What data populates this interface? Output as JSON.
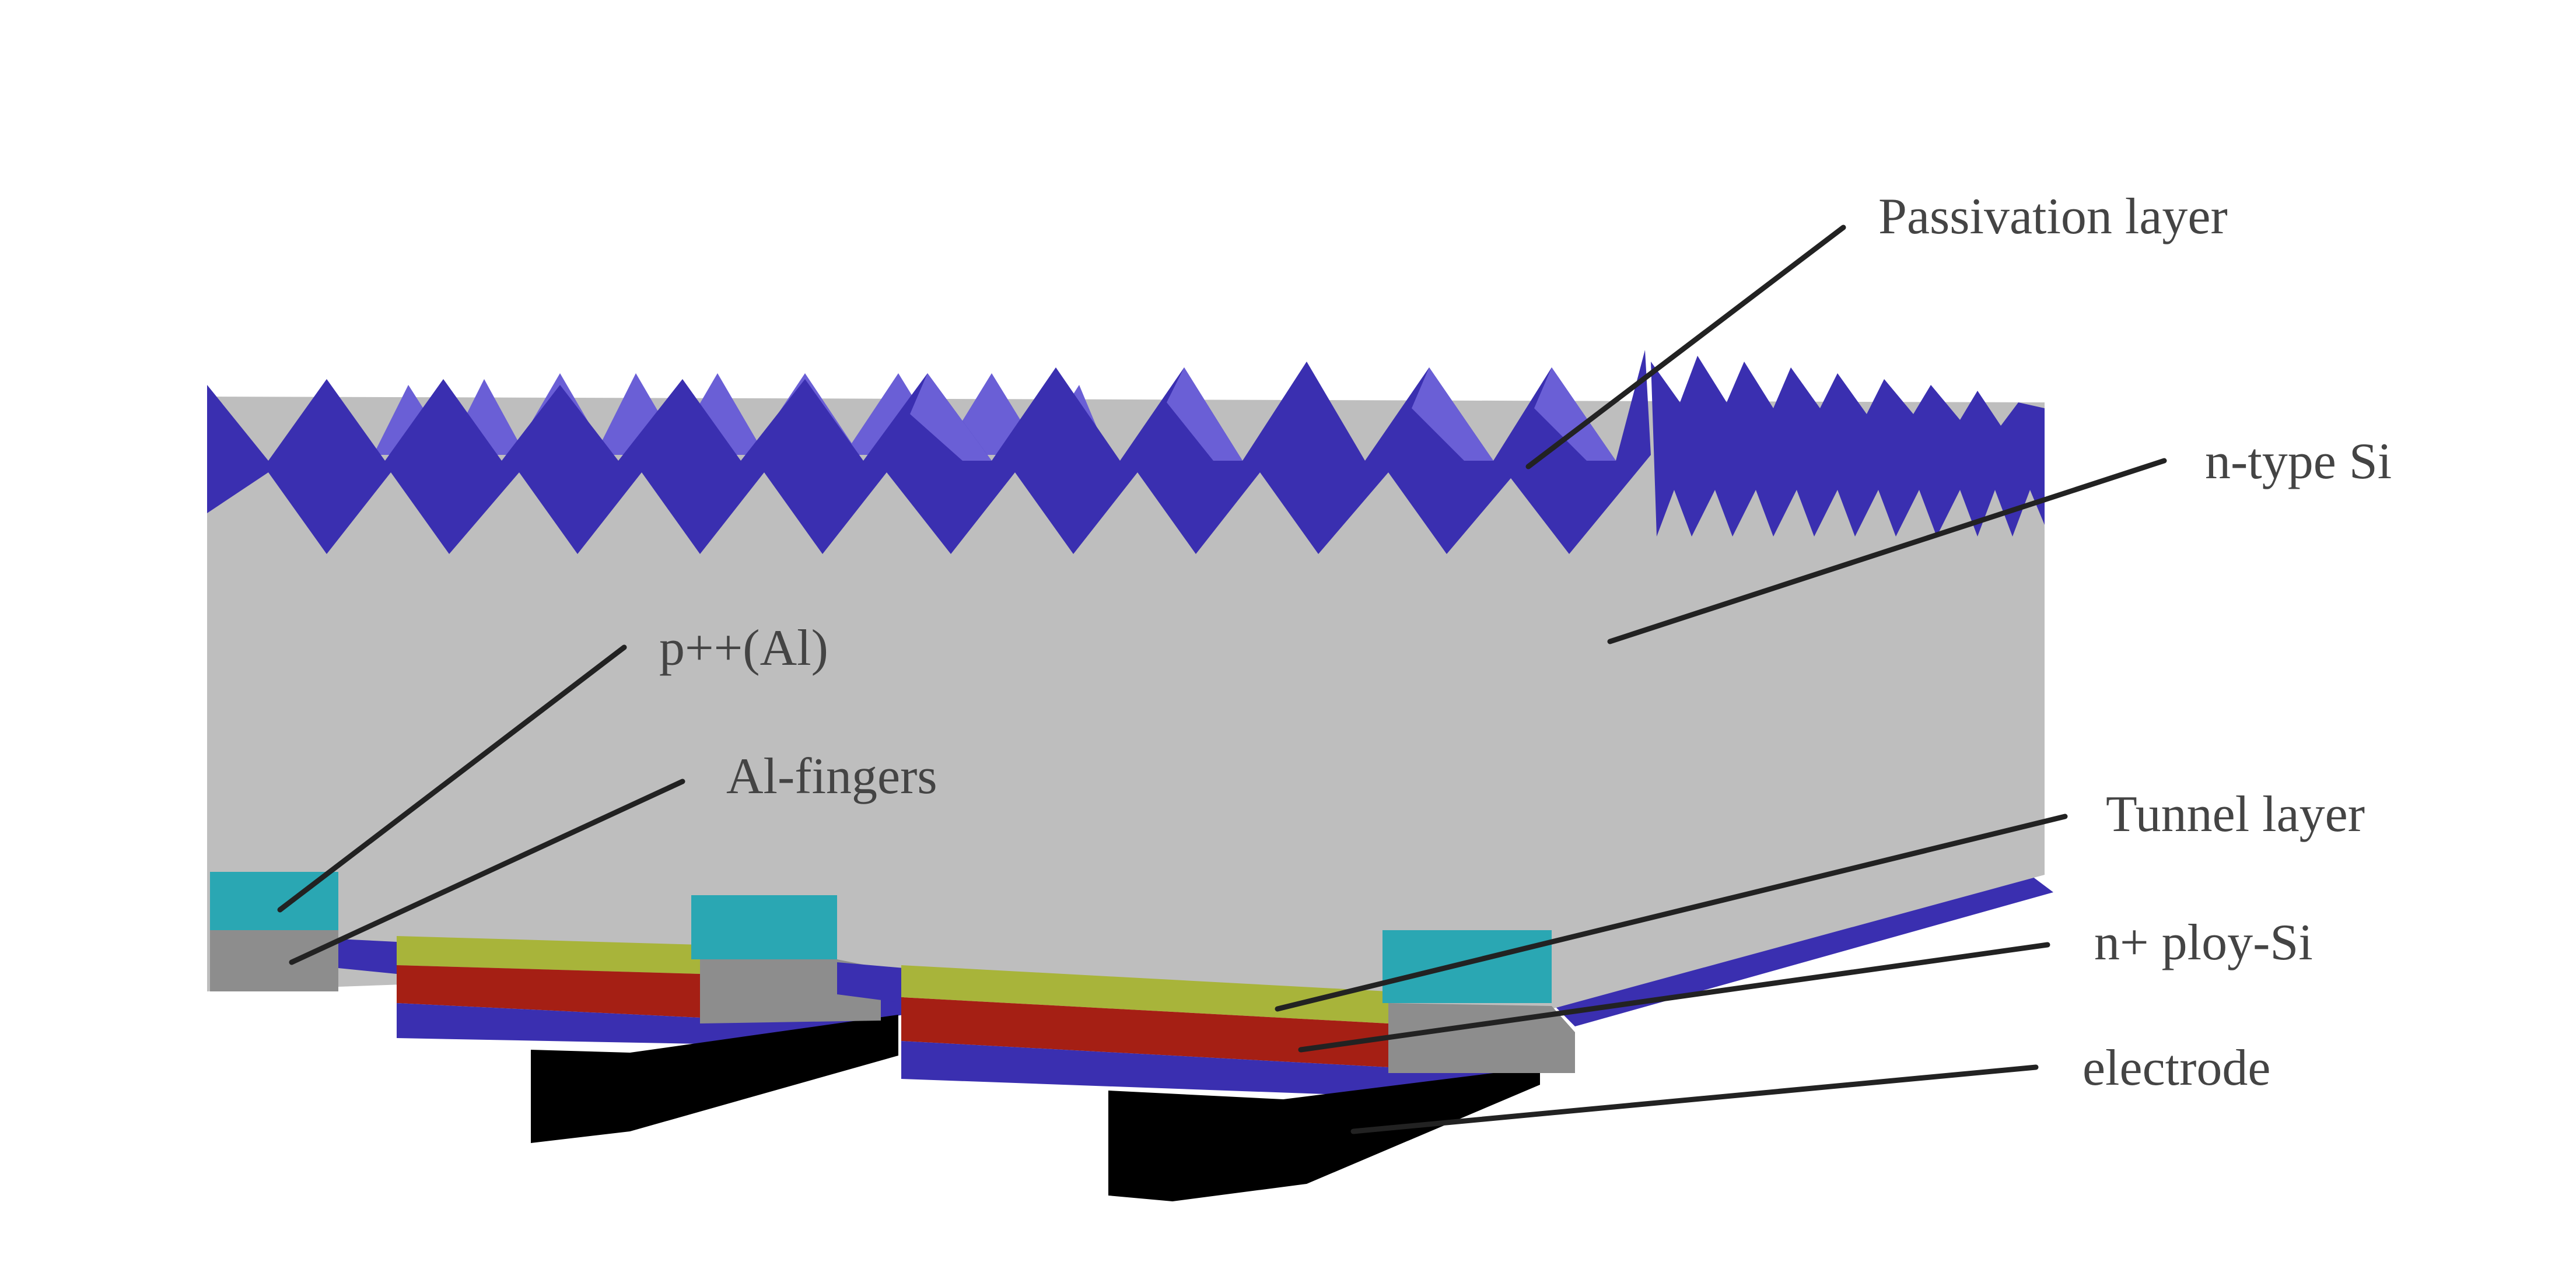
{
  "diagram": {
    "labels": {
      "passivation": "Passivation layer",
      "n_type_si": "n-type Si",
      "p_al": "p++(Al)",
      "al_fingers": "Al-fingers",
      "tunnel": "Tunnel layer",
      "n_poly_si": "n+ ploy-Si",
      "electrode": "electrode"
    },
    "colors": {
      "silicon": "#bebebe",
      "silicon_side": "#a9a9a9",
      "passivation": "#3a2fb0",
      "passivation_light": "#6a5fd6",
      "tunnel": "#a8b43a",
      "poly_si": "#a51f14",
      "p_al": "#2aa7b3",
      "al_finger": "#8d8d8d",
      "electrode": "#000000",
      "leader": "#222222",
      "text": "#444444"
    }
  }
}
